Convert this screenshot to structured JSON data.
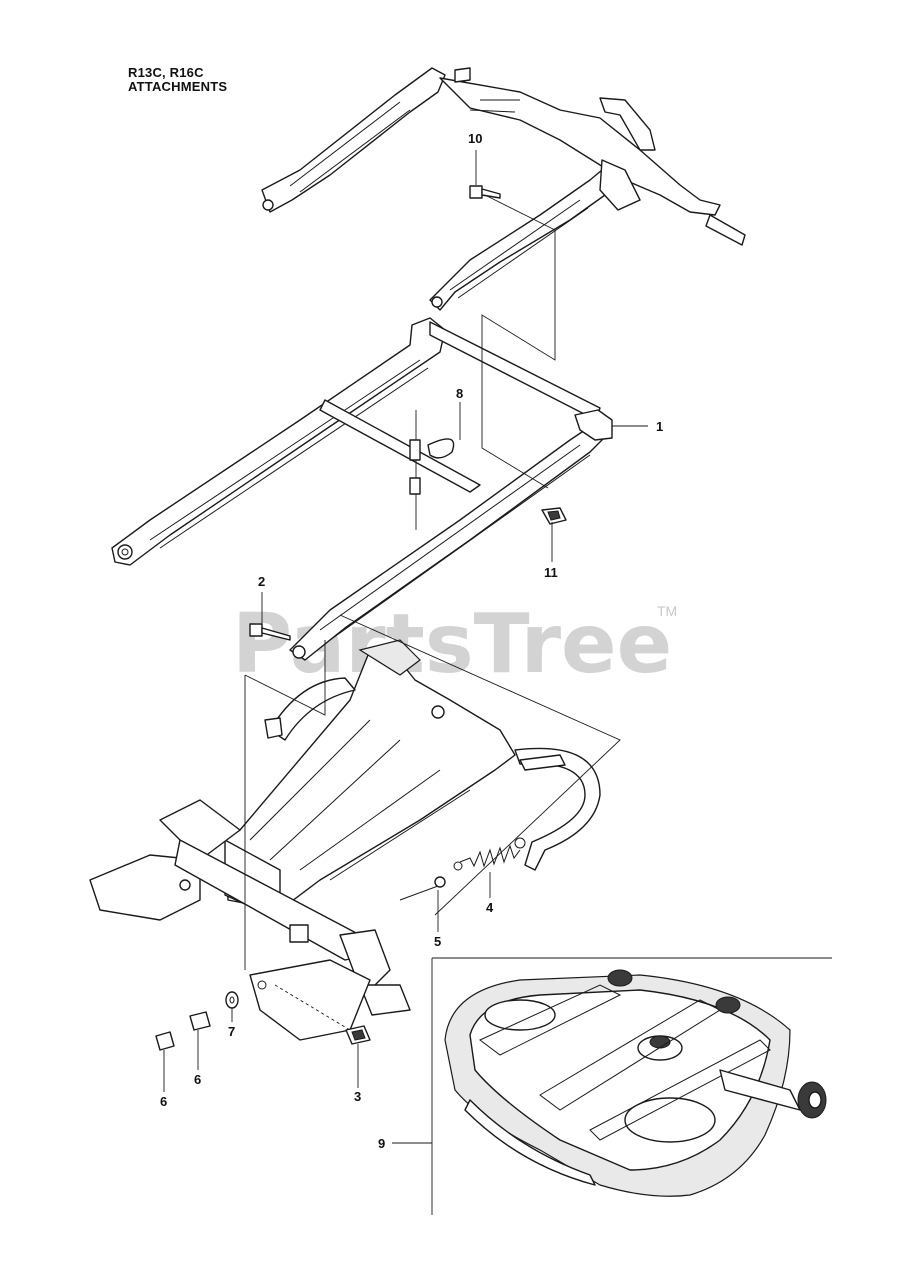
{
  "header": {
    "line1": "R13C, R16C",
    "line2": "ATTACHMENTS"
  },
  "watermark": {
    "text": "PartsTree",
    "mark": "TM",
    "color": "#d0d0d0"
  },
  "callouts": {
    "c1": "1",
    "c2": "2",
    "c3": "3",
    "c4": "4",
    "c5": "5",
    "c6a": "6",
    "c6b": "6",
    "c7": "7",
    "c8": "8",
    "c9": "9",
    "c10": "10",
    "c11": "11"
  },
  "colors": {
    "line": "#1a1a1a",
    "background": "#ffffff"
  }
}
